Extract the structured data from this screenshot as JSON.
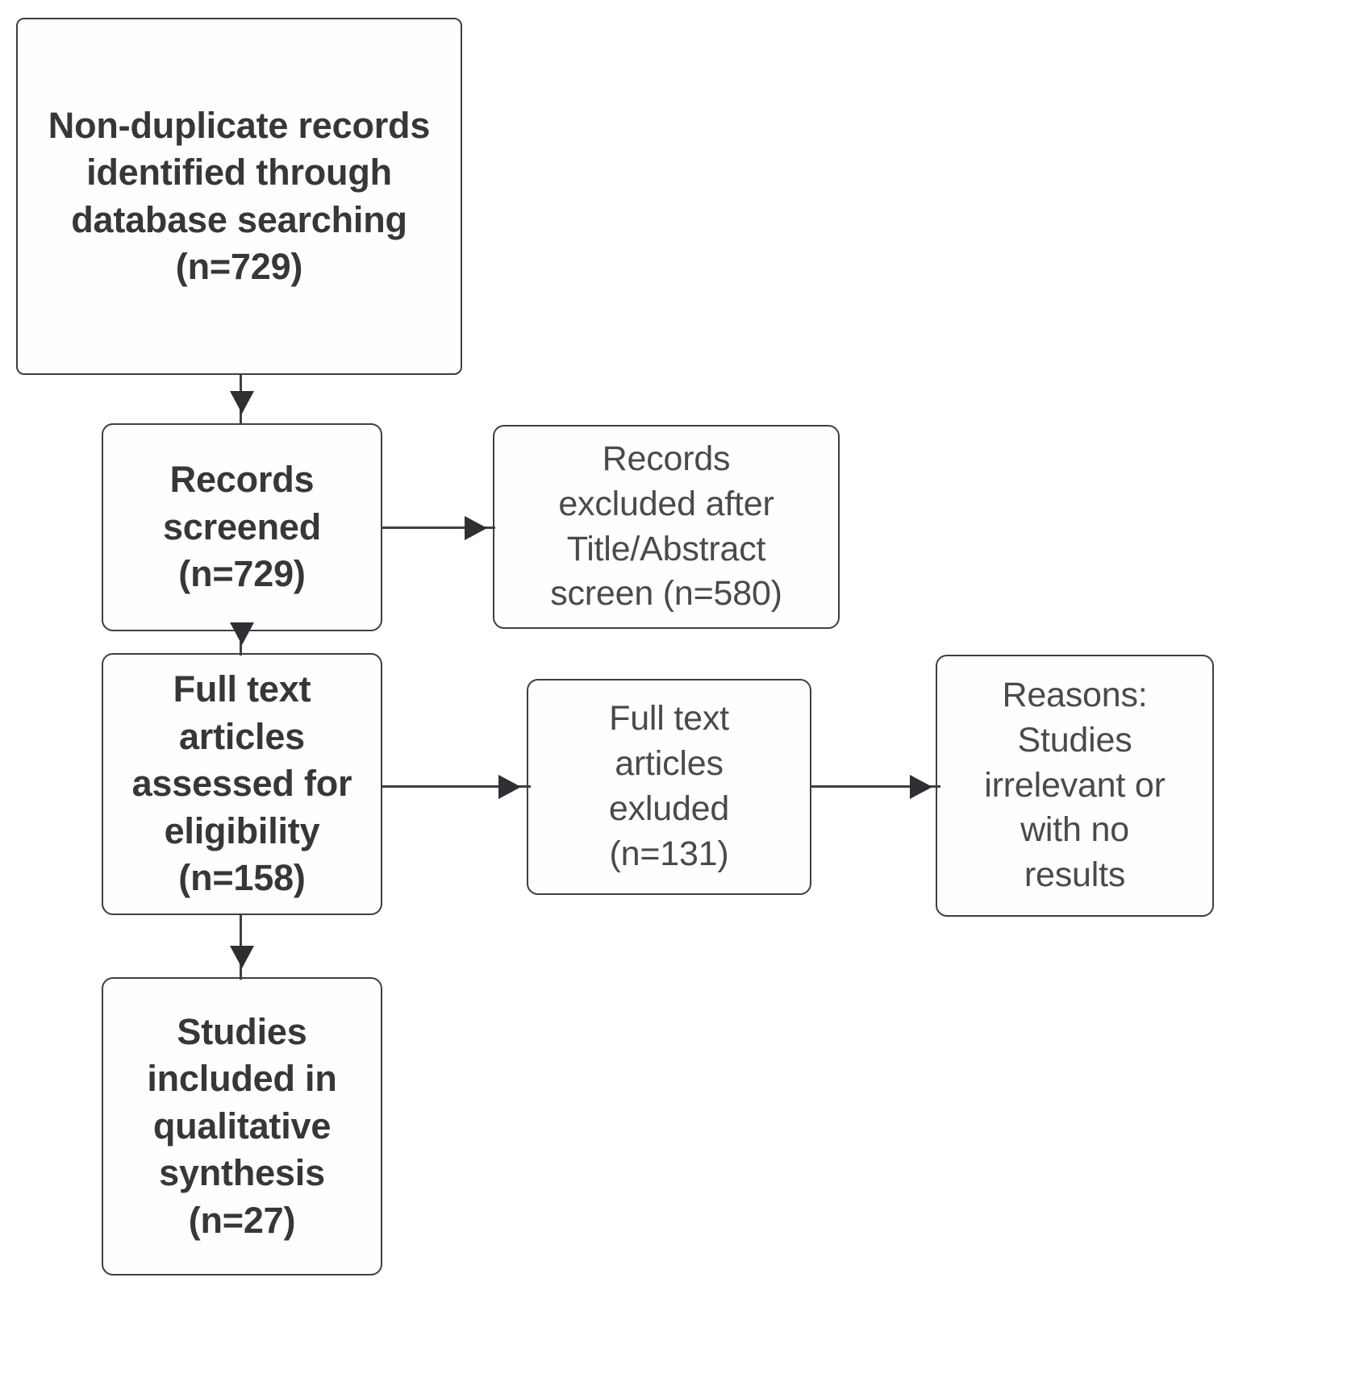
{
  "diagram": {
    "type": "prisma-flow-diagram",
    "title": "PRISMA study selection flow diagram",
    "colors": {
      "background": "#ffffff",
      "box_border": "#3f3f42",
      "box_fill": "#fefefe",
      "text": "#3a3a3c",
      "connector": "#3f3f42",
      "arrowhead": "#2f2f33"
    },
    "nodes": [
      {
        "id": "identified",
        "name": "non-duplicate-records-identified",
        "emphasis": "bold",
        "text": "Non-duplicate records\nidentified through\ndatabase searching\n(n=729)",
        "count_label": "(n=729)",
        "count": 729
      },
      {
        "id": "screened",
        "name": "records-screened",
        "emphasis": "bold",
        "text": "Records\nscreened\n(n=729)",
        "count_label": "(n=729)",
        "count": 729
      },
      {
        "id": "excluded-ta",
        "name": "records-excluded-title-abstract",
        "emphasis": "regular",
        "text": "Records\nexcluded after\nTitle/Abstract\nscreen (n=580)",
        "count_label": "(n=580)",
        "count": 580
      },
      {
        "id": "fulltext",
        "name": "full-text-articles-assessed",
        "emphasis": "bold",
        "text": "Full text\narticles\nassessed for\neligibility\n(n=158)",
        "count_label": "(n=158)",
        "count": 158
      },
      {
        "id": "fulltext-excluded",
        "name": "full-text-articles-excluded",
        "emphasis": "regular",
        "text": "Full text\narticles\nexluded\n(n=131)",
        "count_label": "(n=131)",
        "count": 131
      },
      {
        "id": "reasons",
        "name": "exclusion-reasons",
        "emphasis": "regular",
        "text": "Reasons:\nStudies\nirrelevant or\nwith no\nresults"
      },
      {
        "id": "included",
        "name": "studies-included-qualitative-synthesis",
        "emphasis": "bold",
        "text": "Studies\nincluded in\nqualitative\nsynthesis\n(n=27)",
        "count_label": "(n=27)",
        "count": 27
      }
    ],
    "edges": [
      {
        "id": "edge1",
        "from": "identified",
        "to": "screened",
        "direction": "down"
      },
      {
        "id": "edge2",
        "from": "screened",
        "to": "excluded-ta",
        "direction": "right"
      },
      {
        "id": "edge3",
        "from": "screened",
        "to": "fulltext",
        "direction": "down"
      },
      {
        "id": "edge4",
        "from": "fulltext",
        "to": "fulltext-excluded",
        "direction": "right"
      },
      {
        "id": "edge5",
        "from": "fulltext-excluded",
        "to": "reasons",
        "direction": "right"
      },
      {
        "id": "edge6",
        "from": "fulltext",
        "to": "included",
        "direction": "down"
      }
    ]
  }
}
